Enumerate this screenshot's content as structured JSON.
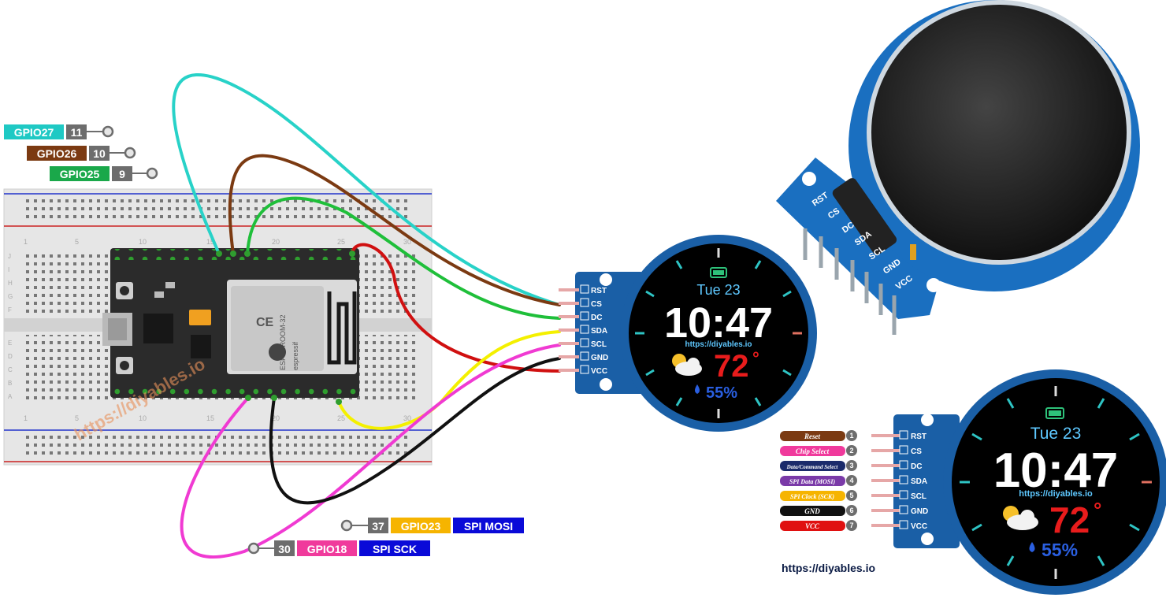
{
  "gpio_labels_top": [
    {
      "gpio": "GPIO27",
      "pin": "11",
      "color": "#1fc9c4"
    },
    {
      "gpio": "GPIO26",
      "pin": "10",
      "color": "#7b3a12"
    },
    {
      "gpio": "GPIO25",
      "pin": "9",
      "color": "#1aa84a"
    }
  ],
  "gpio_labels_bottom": [
    {
      "pin": "37",
      "gpio": "GPIO23",
      "spi": "SPI MOSI",
      "gpio_color": "#f6b400"
    },
    {
      "pin": "30",
      "gpio": "GPIO18",
      "spi": "SPI SCK",
      "gpio_color": "#f03a9c"
    }
  ],
  "module_pins": [
    "RST",
    "CS",
    "DC",
    "SDA",
    "SCL",
    "GND",
    "VCC"
  ],
  "pin_functions": [
    {
      "label": "Reset",
      "num": "1",
      "color": "#7b3a12"
    },
    {
      "label": "Chip Select",
      "num": "2",
      "color": "#f03a9c"
    },
    {
      "label": "Data/Command Select",
      "num": "3",
      "color": "#1b2b6b"
    },
    {
      "label": "SPI Data (MOSI)",
      "num": "4",
      "color": "#7a3aa8"
    },
    {
      "label": "SPI Clock (SCK)",
      "num": "5",
      "color": "#f6b400"
    },
    {
      "label": "GND",
      "num": "6",
      "color": "#111111"
    },
    {
      "label": "VCC",
      "num": "7",
      "color": "#e01010"
    }
  ],
  "screen": {
    "date": "Tue 23",
    "time": "10:47",
    "url": "https://diyables.io",
    "temp": "72",
    "degree": "°",
    "humidity": "55%"
  },
  "esp32": {
    "chip": "ESP-WROOM-32",
    "brand": "espressif"
  },
  "breadboard_numbers": [
    "1",
    "5",
    "10",
    "15",
    "20",
    "25",
    "30"
  ],
  "breadboard_rows": [
    "J",
    "I",
    "H",
    "G",
    "F",
    "E",
    "D",
    "C",
    "B",
    "A"
  ],
  "watermark": "https://diyables.io",
  "footer_url": "https://diyables.io",
  "wire_colors": {
    "cyan": "#28d2c8",
    "brown": "#7b3a12",
    "green": "#1fbf3a",
    "red": "#d01010",
    "yellow": "#f4f000",
    "magenta": "#f03ad2",
    "black": "#111111"
  }
}
